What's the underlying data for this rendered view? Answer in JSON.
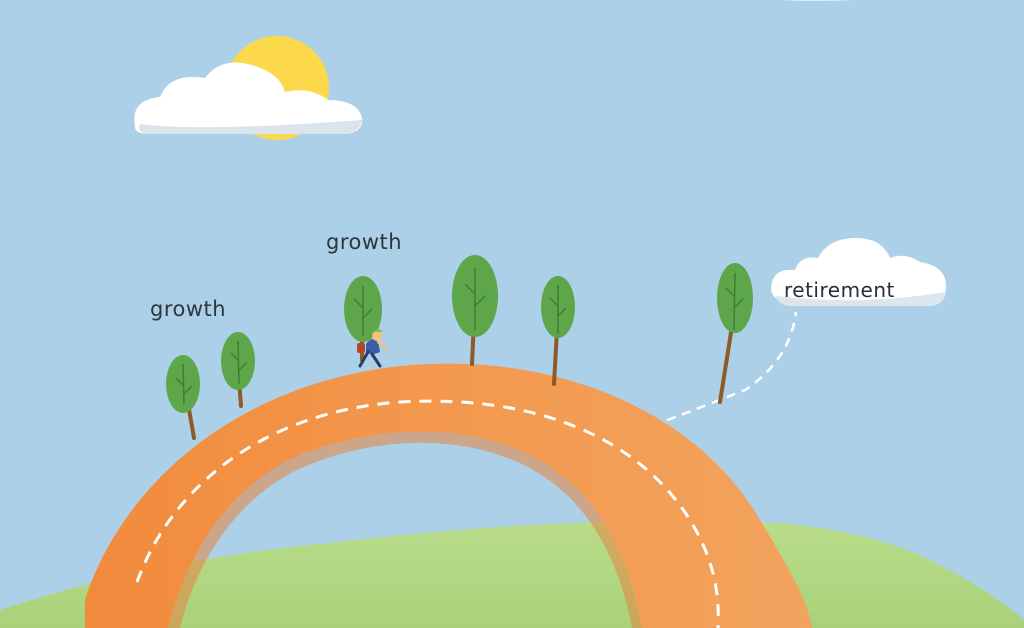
{
  "labels": {
    "growth_left": "growth",
    "growth_center": "growth",
    "retirement": "retirement"
  },
  "colors": {
    "sky": "#acd0e7",
    "sun": "#fbd94a",
    "cloud": "#ffffff",
    "cloud_shadow": "#dbe4ec",
    "arch": "#f39a50",
    "arch_shadow": "#e07b35",
    "road_dash": "#ffffff",
    "hill": "#b6da86",
    "tree_canopy": "#5ea64a",
    "tree_trunk": "#8c5a2b"
  }
}
